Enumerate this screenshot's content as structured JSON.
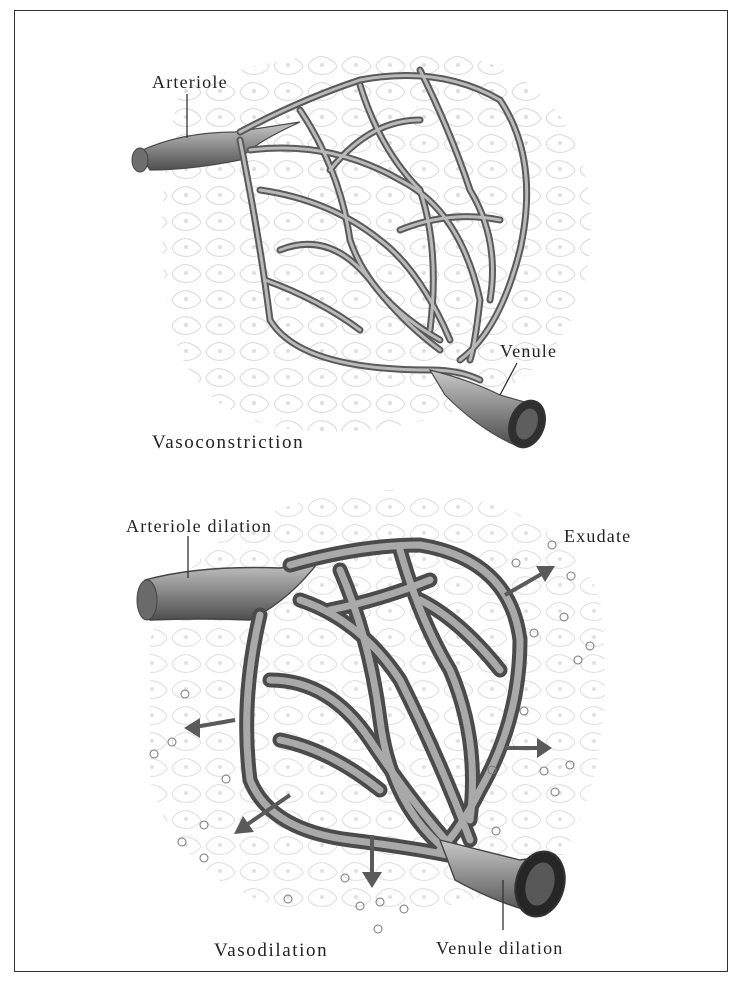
{
  "top": {
    "arteriole": "Arteriole",
    "venule": "Venule",
    "caption": "Vasoconstriction"
  },
  "bottom": {
    "arteriole": "Arteriole dilation",
    "exudate": "Exudate",
    "caption": "Vasodilation",
    "venule": "Venule dilation"
  },
  "colors": {
    "vessel": "#9a9a9a",
    "vessel_edge": "#4a4a4a",
    "tissue": "#d6d6d6",
    "arrow": "#5a5a5a"
  }
}
